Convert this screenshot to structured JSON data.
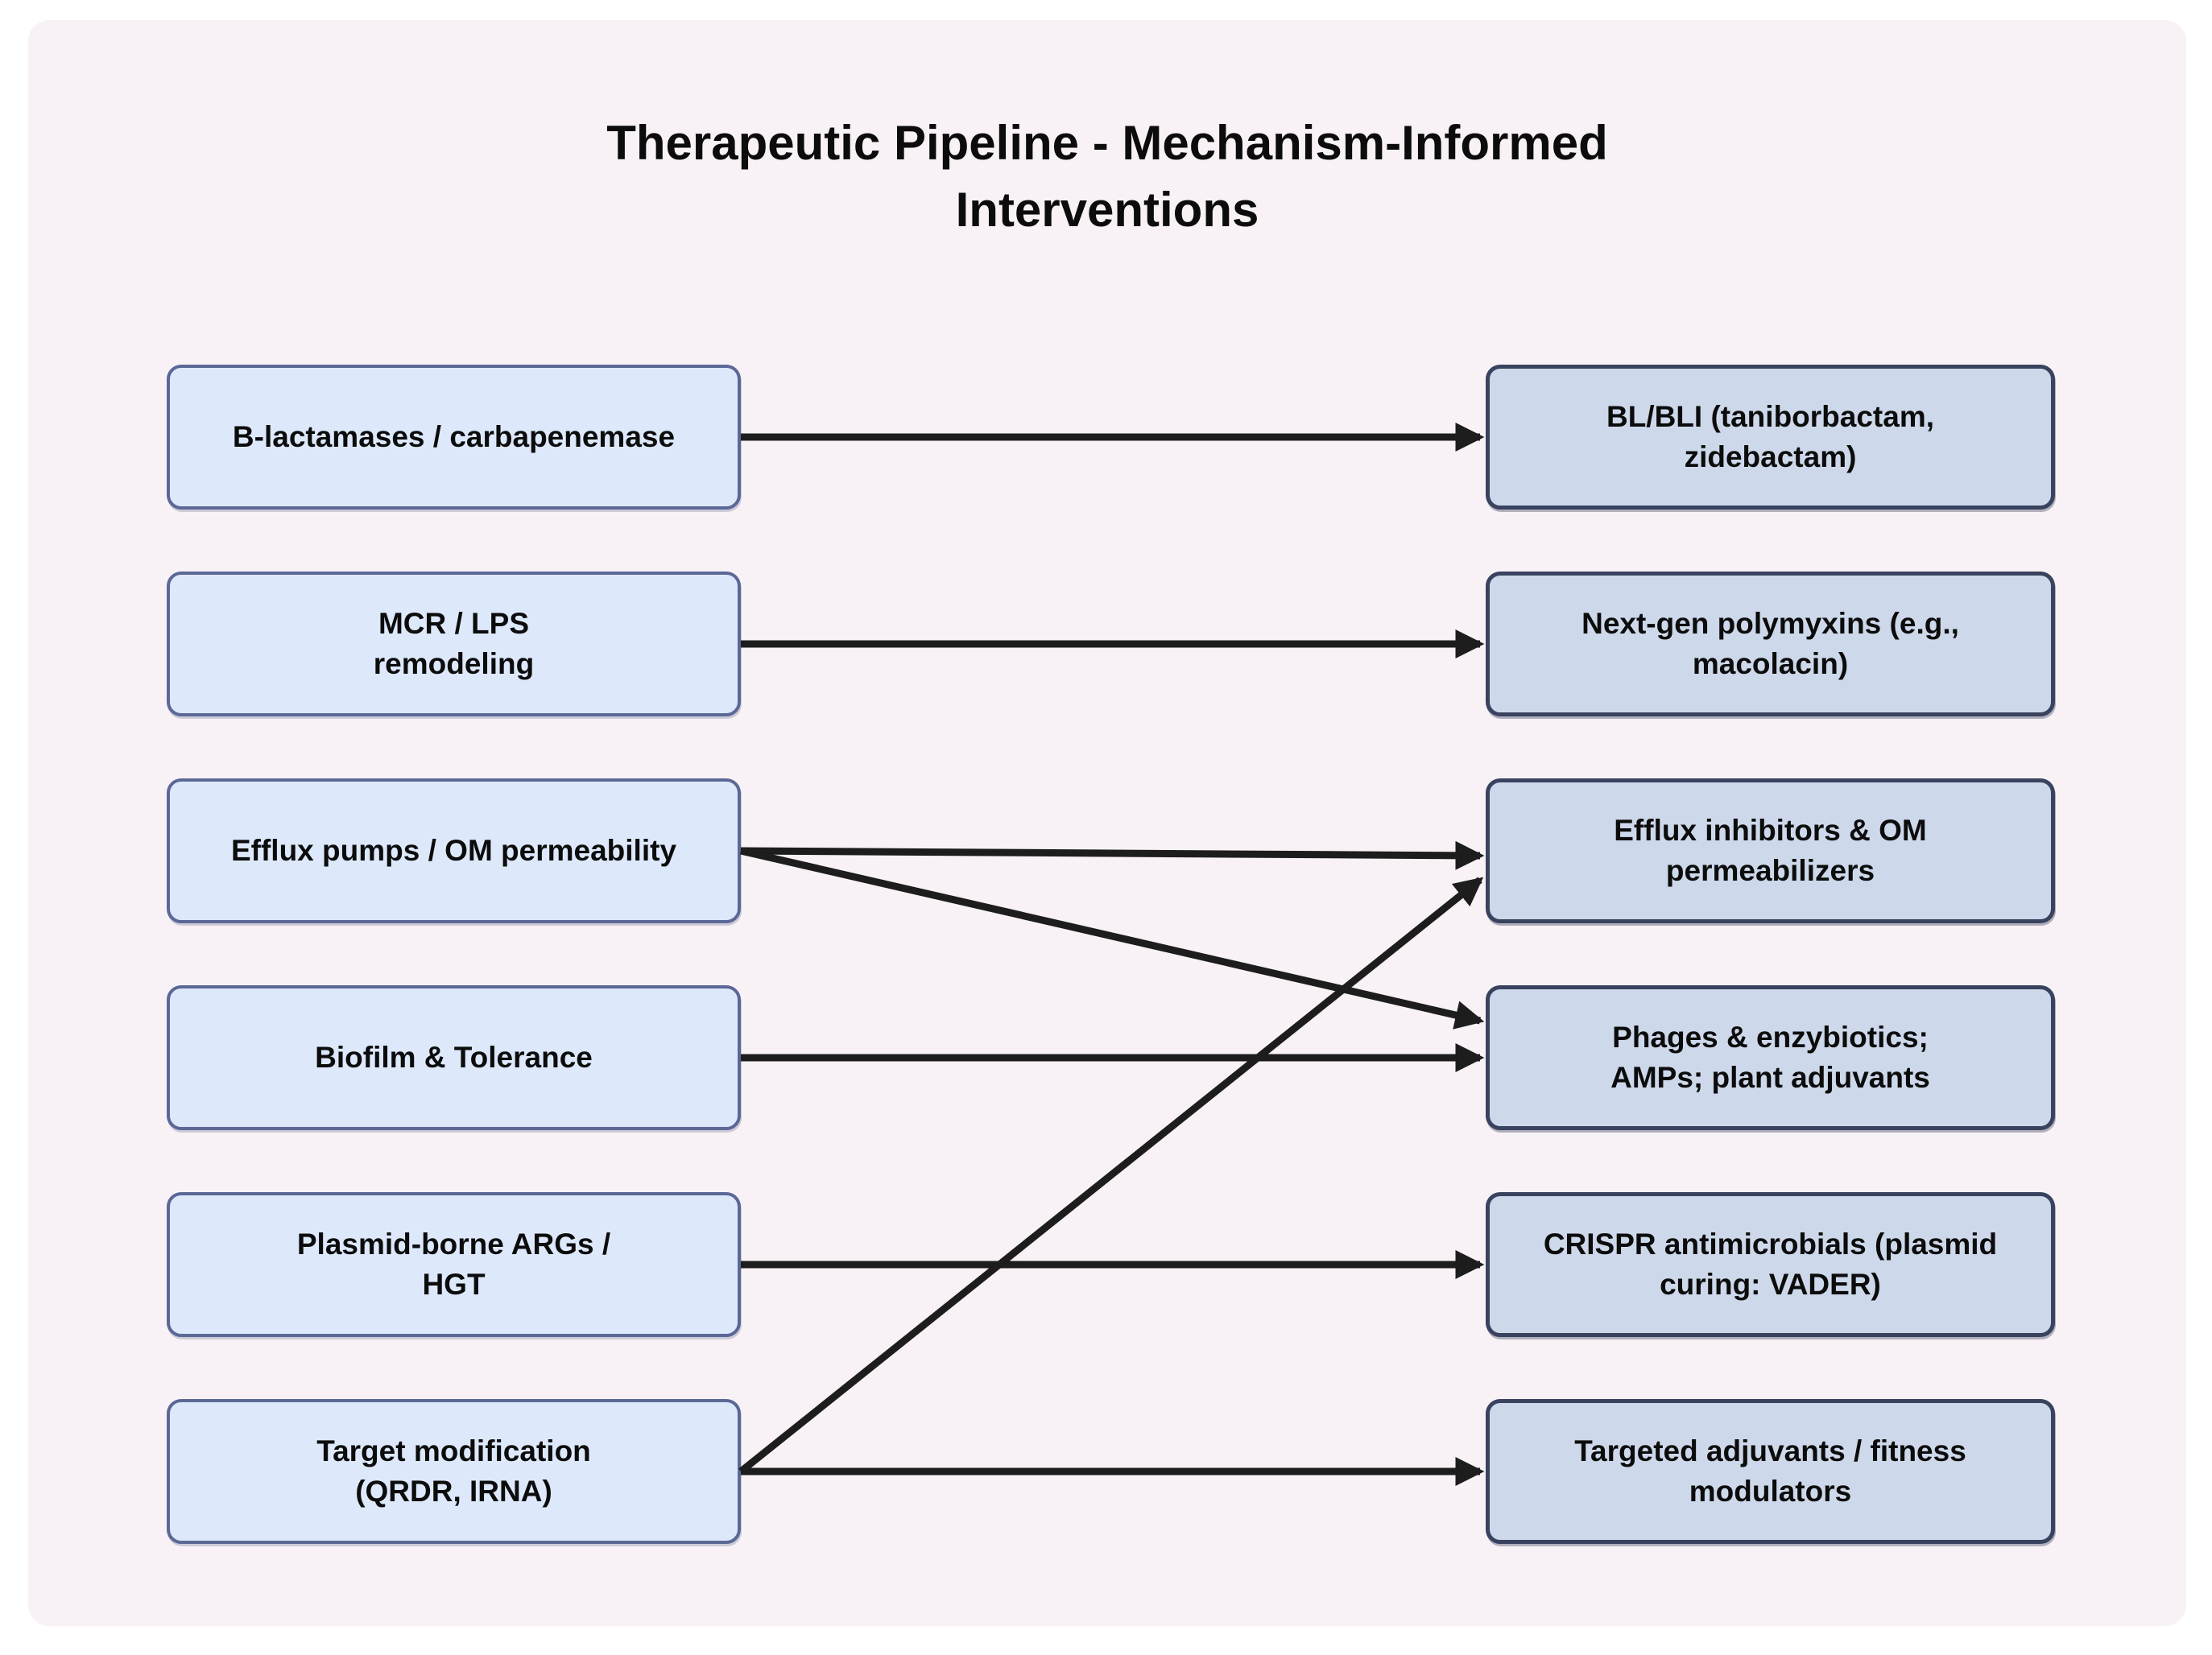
{
  "title": "Therapeutic Pipeline - Mechanism-Informed Interventions",
  "diagram": {
    "mechanisms": [
      {
        "id": "b-lactamases",
        "label": "B-lactamases / carbapenemase"
      },
      {
        "id": "mcr-lps",
        "label": "MCR / LPS\nremodeling"
      },
      {
        "id": "efflux-pumps",
        "label": "Efflux pumps / OM permeability"
      },
      {
        "id": "biofilm-tolerance",
        "label": "Biofilm & Tolerance"
      },
      {
        "id": "plasmid-args",
        "label": "Plasmid-borne ARGs /\nHGT"
      },
      {
        "id": "target-modification",
        "label": "Target modification\n(QRDR, IRNA)"
      }
    ],
    "interventions": [
      {
        "id": "bl-bli",
        "label": "BL/BLI (taniborbactam,\nzidebactam)"
      },
      {
        "id": "next-gen-polymyxins",
        "label": "Next-gen polymyxins (e.g.,\nmacolacin)"
      },
      {
        "id": "efflux-inhibitors",
        "label": "Efflux inhibitors & OM\npermeabilizers"
      },
      {
        "id": "phages-enzybiotics",
        "label": "Phages & enzybiotics;\nAMPs; plant adjuvants"
      },
      {
        "id": "crispr-antimicrobials",
        "label": "CRISPR antimicrobials (plasmid\ncuring: VADER)"
      },
      {
        "id": "targeted-adjuvants",
        "label": "Targeted adjuvants / fitness\nmodulators"
      }
    ],
    "connections": [
      {
        "from": "b-lactamases",
        "to": "bl-bli"
      },
      {
        "from": "mcr-lps",
        "to": "next-gen-polymyxins"
      },
      {
        "from": "efflux-pumps",
        "to": "efflux-inhibitors"
      },
      {
        "from": "efflux-pumps",
        "to": "phages-enzybiotics"
      },
      {
        "from": "biofilm-tolerance",
        "to": "phages-enzybiotics"
      },
      {
        "from": "plasmid-args",
        "to": "crispr-antimicrobials"
      },
      {
        "from": "target-modification",
        "to": "efflux-inhibitors"
      },
      {
        "from": "target-modification",
        "to": "targeted-adjuvants"
      }
    ]
  },
  "colors": {
    "page_background": "#ffffff",
    "panel_background": "#f8f2f7",
    "mechanism_fill": "#dde9fb",
    "mechanism_border": "#5b6896",
    "intervention_fill": "#cdd8ea",
    "intervention_border": "#39425e",
    "arrow": "#1d1d1d",
    "text": "#0c0c0c"
  }
}
